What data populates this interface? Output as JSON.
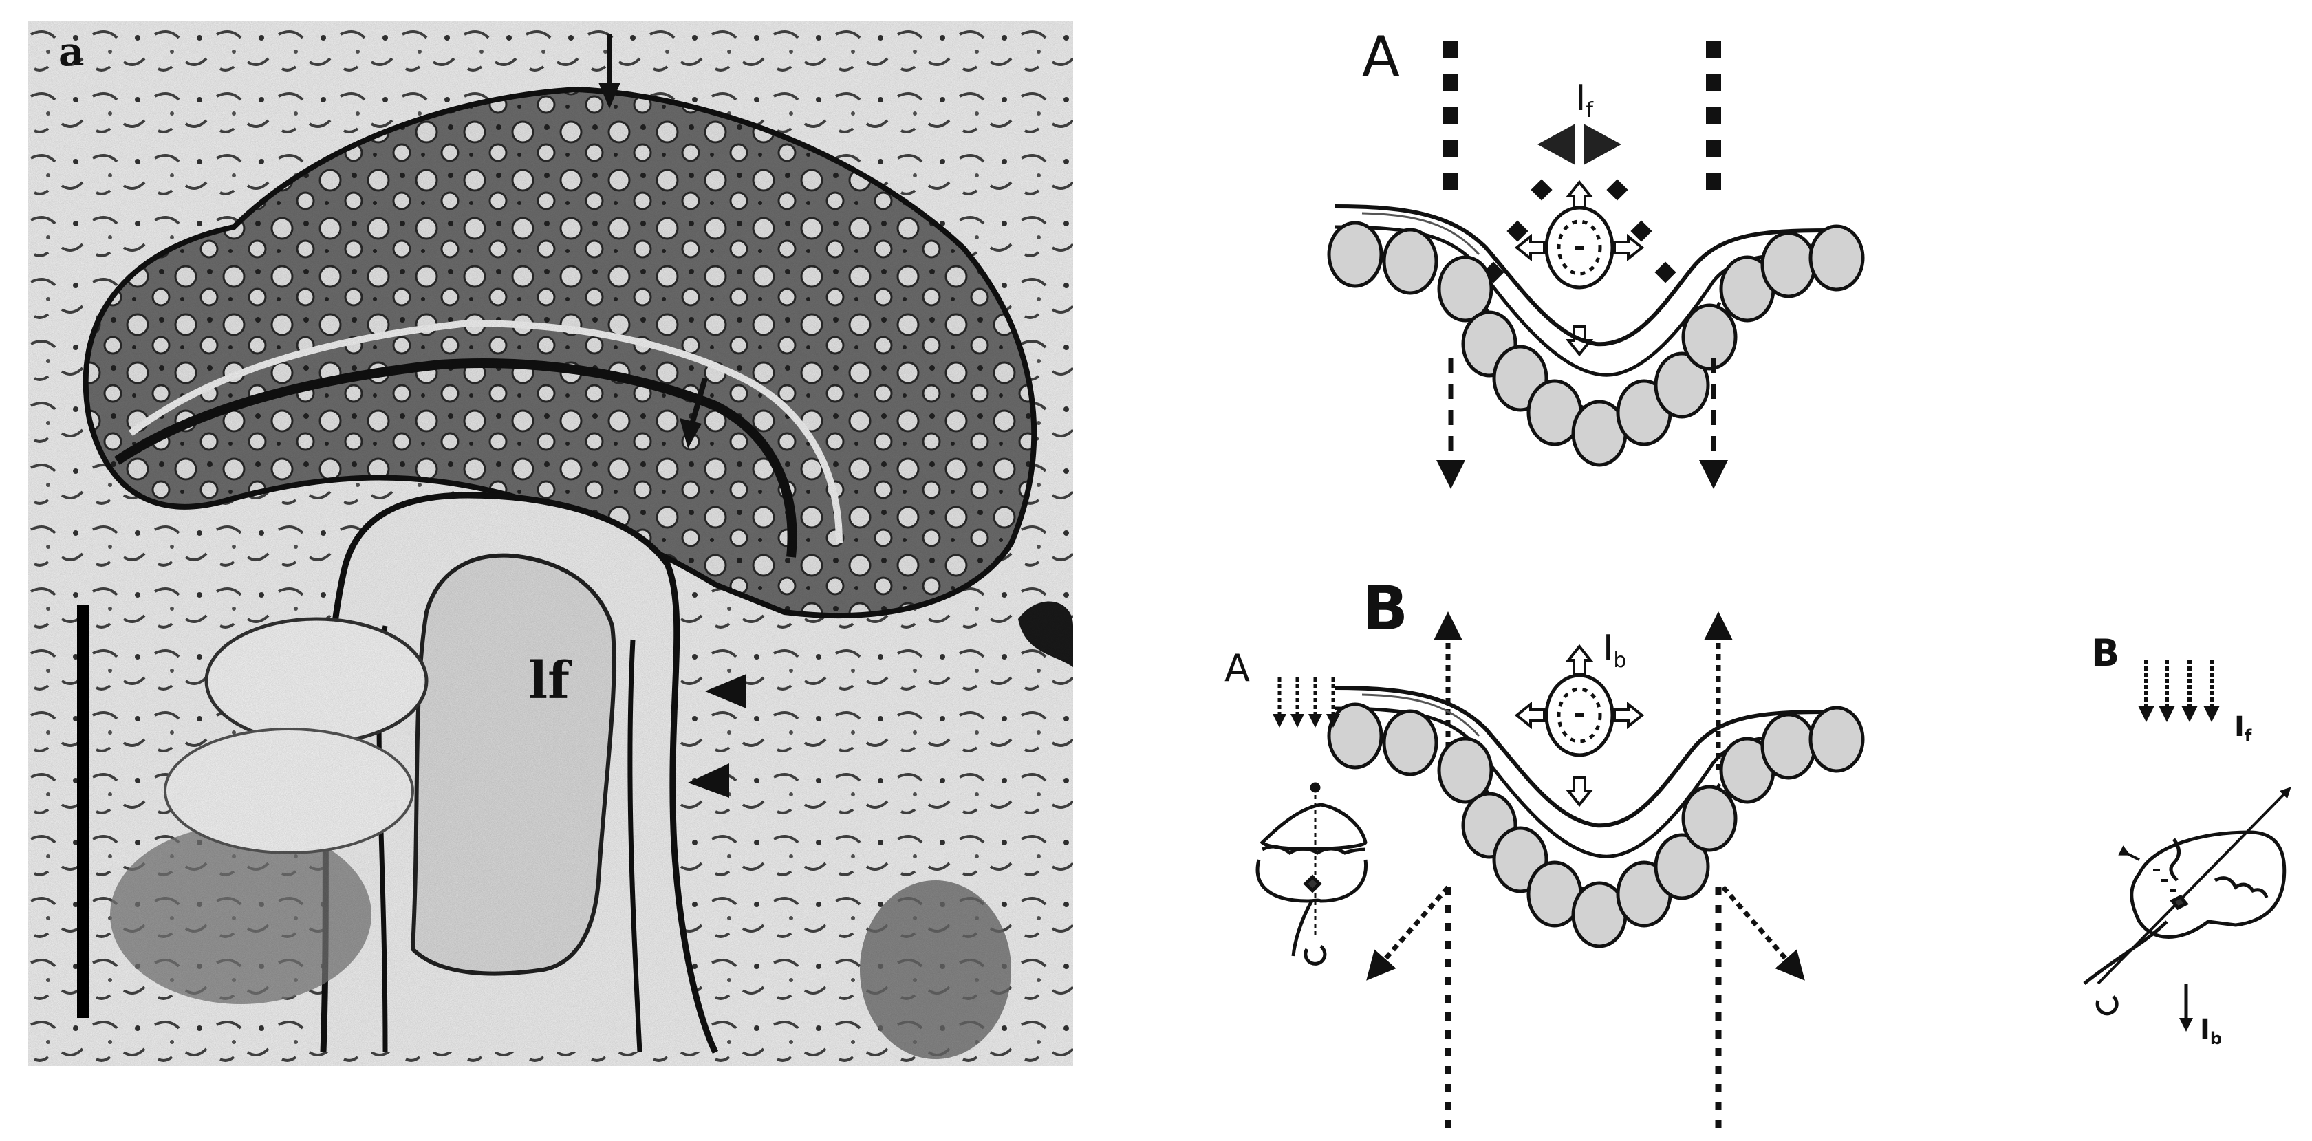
{
  "figure": {
    "left_panel": {
      "panel_label": "a",
      "structure_label": "lf",
      "annotations": {
        "arrows": 2,
        "arrowheads": 2,
        "scale_bar": true
      }
    },
    "right_panel": {
      "diagram_A": {
        "panel_label": "A",
        "current_label": "I",
        "current_subscript": "f"
      },
      "diagram_B": {
        "panel_label": "B",
        "current_label": "I",
        "current_subscript": "b"
      },
      "inset_A": {
        "label": "A"
      },
      "inset_B": {
        "label": "B",
        "upper_current_label": "I",
        "upper_current_subscript": "f",
        "lower_current_label": "I",
        "lower_current_subscript": "b"
      }
    },
    "colors": {
      "ink": "#111111",
      "cell_fill": "#d2d2d2",
      "background": "#ffffff",
      "micrograph_mid": "#8a8a8a",
      "micrograph_dark": "#3a3a3a"
    }
  }
}
